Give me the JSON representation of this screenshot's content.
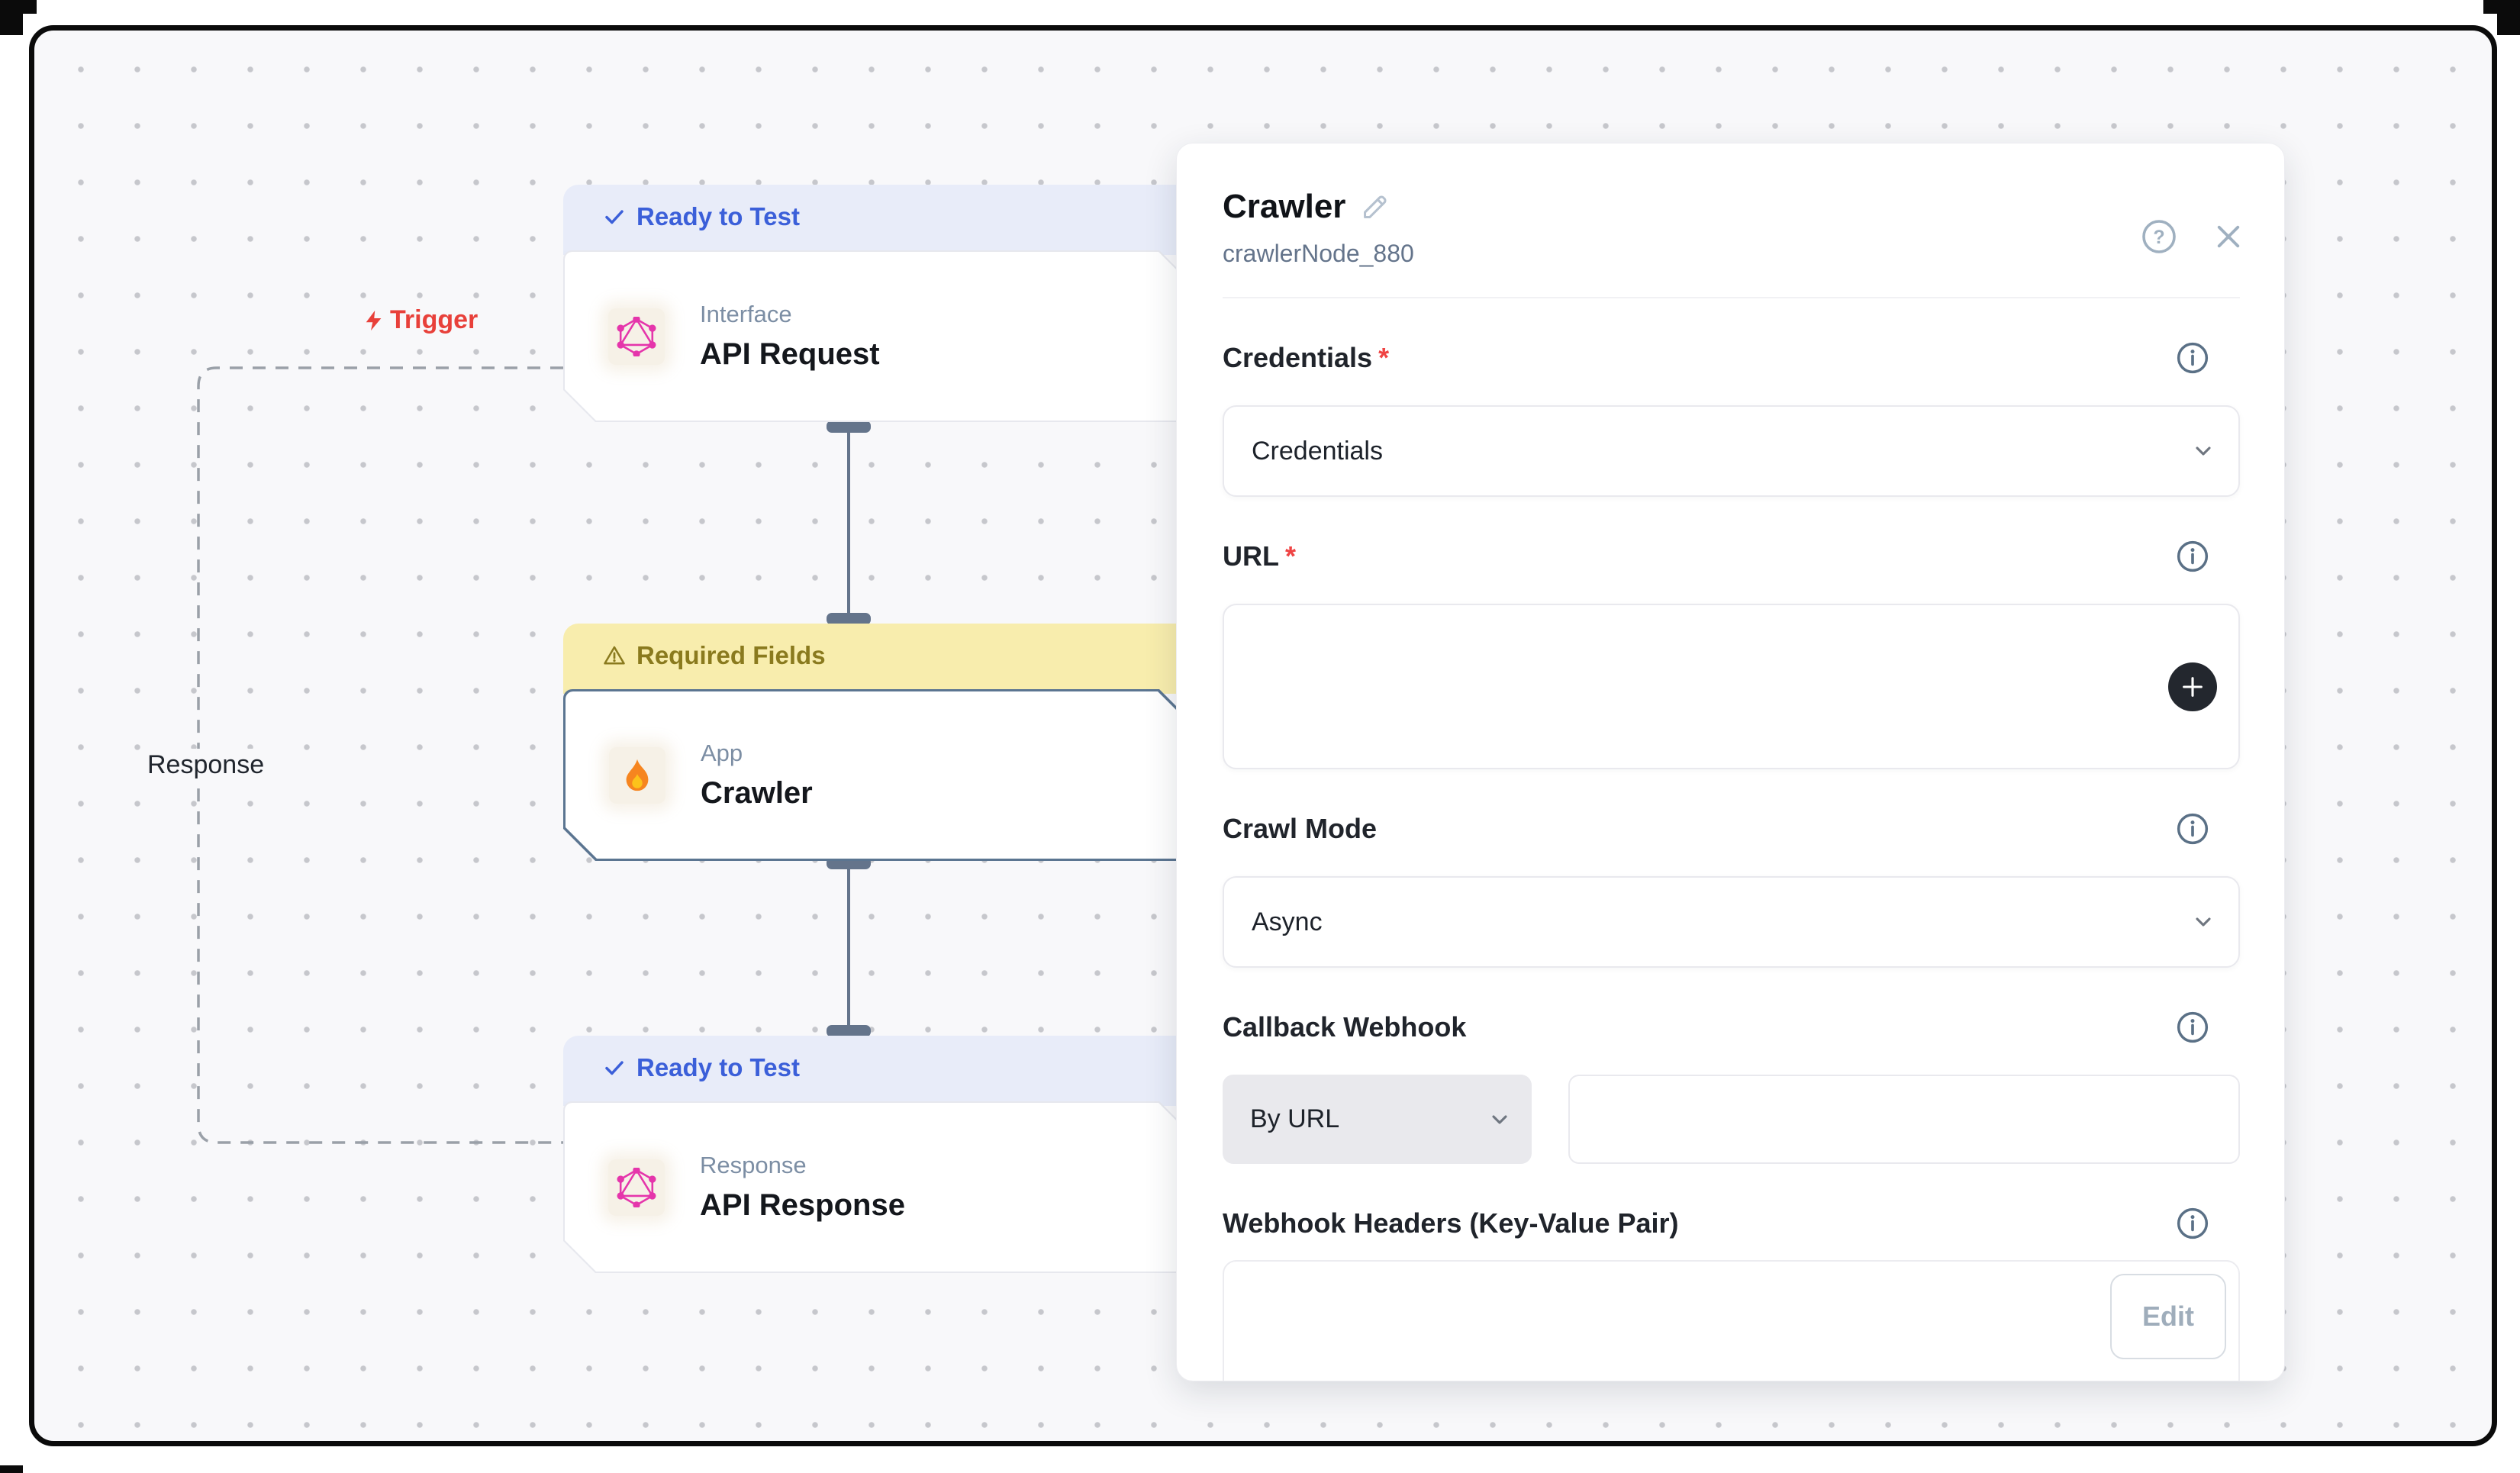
{
  "canvas": {
    "edge_labels": {
      "trigger": "Trigger",
      "response": "Response"
    },
    "nodes": [
      {
        "status": "Ready to Test",
        "status_kind": "ready",
        "category": "Interface",
        "title": "API Request",
        "icon": "graphql-logo"
      },
      {
        "status": "Required Fields",
        "status_kind": "warning",
        "category": "App",
        "title": "Crawler",
        "icon": "fire",
        "selected": true
      },
      {
        "status": "Ready to Test",
        "status_kind": "ready",
        "category": "Response",
        "title": "API Response",
        "icon": "graphql-logo"
      }
    ]
  },
  "panel": {
    "title": "Crawler",
    "node_id": "crawlerNode_880",
    "fields": {
      "credentials": {
        "label": "Credentials",
        "required": true,
        "value": "Credentials"
      },
      "url": {
        "label": "URL",
        "required": true,
        "value": ""
      },
      "crawl_mode": {
        "label": "Crawl Mode",
        "required": false,
        "value": "Async"
      },
      "callback_webhook": {
        "label": "Callback Webhook",
        "required": false,
        "mode_value": "By URL",
        "url_value": ""
      },
      "webhook_headers": {
        "label": "Webhook Headers (Key-Value Pair)",
        "required": false,
        "edit_label": "Edit"
      }
    }
  },
  "ui": {
    "required_mark": "*"
  },
  "colors": {
    "canvas_bg": "#f8f8fa",
    "frame_border": "#0b0b0b",
    "badge_ready_bg": "#e8ecf9",
    "badge_ready_text": "#3b5fd9",
    "badge_warning_bg": "#f8edad",
    "badge_warning_text": "#8a7a1e",
    "edge_slate": "#64748b",
    "selected_node_border": "#5b7591",
    "trigger_red": "#e8403a",
    "graphql_pink": "#e535ab",
    "plus_button_bg": "#23272e",
    "muted_slate": "#9fb0c0"
  }
}
